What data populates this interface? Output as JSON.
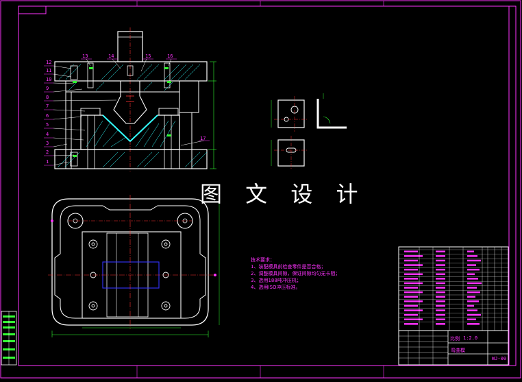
{
  "watermark": "图 文 设 计",
  "part_numbers_left": [
    "12",
    "11",
    "10",
    "9",
    "8",
    "7",
    "6",
    "5",
    "4",
    "3",
    "2",
    "1"
  ],
  "part_numbers_top": [
    "13",
    "14",
    "15",
    "16"
  ],
  "part_number_right": "17",
  "tech_notes_title": "技术要求：",
  "tech_notes": [
    "1、装配模具前检查零件是否合格；",
    "2、调整模具间隙，保证间隙均匀无卡阻；",
    "3、选用188吨冲压机；",
    "4、选用ISO冲压标准。"
  ],
  "title_block": {
    "scale_label": "比例",
    "scale_value": "1:2.0",
    "drawing_name": "弯曲模",
    "drawing_code": "WJ-00"
  },
  "colors": {
    "frame": "#ff33ff",
    "outline": "#ffffff",
    "centerline": "#ff3333",
    "dimension": "#33ff33",
    "hatch": "#33ffff",
    "highlight": "#3333ff"
  }
}
